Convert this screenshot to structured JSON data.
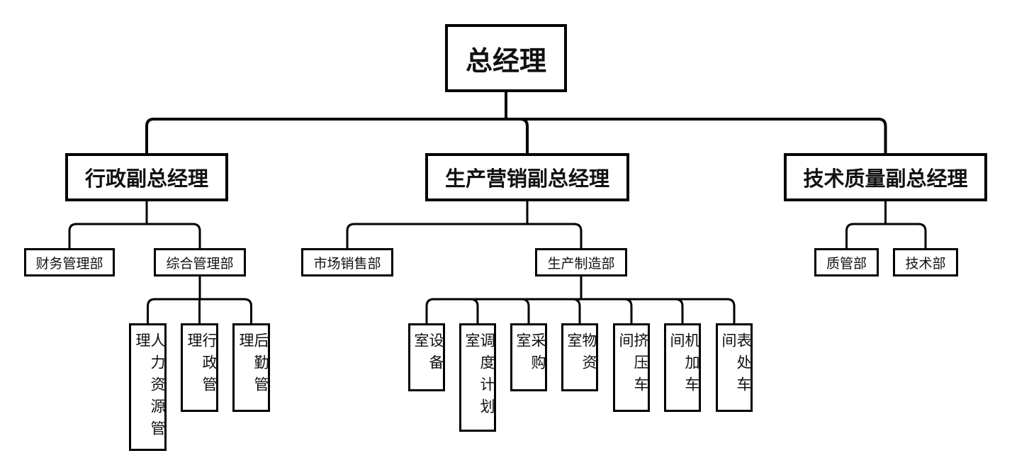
{
  "title": "组织结构图",
  "colors": {
    "line": "#000000",
    "box_border": "#000000",
    "background": "#ffffff",
    "text": "#111111"
  },
  "root": {
    "id": "gm",
    "label": "总经理",
    "children": [
      {
        "id": "vp-admin",
        "label": "行政副总经理",
        "children": [
          {
            "id": "finance",
            "label": "财务管理部",
            "children": []
          },
          {
            "id": "general",
            "label": "综合管理部",
            "children": [
              {
                "id": "hr",
                "label": "人力资源管理",
                "children": []
              },
              {
                "id": "admin-mgmt",
                "label": "行政管理",
                "children": []
              },
              {
                "id": "logistics",
                "label": "后勤管理",
                "children": []
              }
            ]
          }
        ]
      },
      {
        "id": "vp-prod",
        "label": "生产营销副总经理",
        "children": [
          {
            "id": "sales",
            "label": "市场销售部",
            "children": []
          },
          {
            "id": "manufacturing",
            "label": "生产制造部",
            "children": [
              {
                "id": "equipment",
                "label": "设备室",
                "children": []
              },
              {
                "id": "scheduling",
                "label": "调度计划室",
                "children": []
              },
              {
                "id": "purchasing",
                "label": "采购室",
                "children": []
              },
              {
                "id": "materials",
                "label": "物资室",
                "children": []
              },
              {
                "id": "extrusion",
                "label": "挤压车间",
                "children": []
              },
              {
                "id": "machining",
                "label": "机加车间",
                "children": []
              },
              {
                "id": "surface",
                "label": "表处车间",
                "children": []
              }
            ]
          }
        ]
      },
      {
        "id": "vp-tech",
        "label": "技术质量副总经理",
        "children": [
          {
            "id": "qa",
            "label": "质管部",
            "children": []
          },
          {
            "id": "tech",
            "label": "技术部",
            "children": []
          }
        ]
      }
    ]
  }
}
